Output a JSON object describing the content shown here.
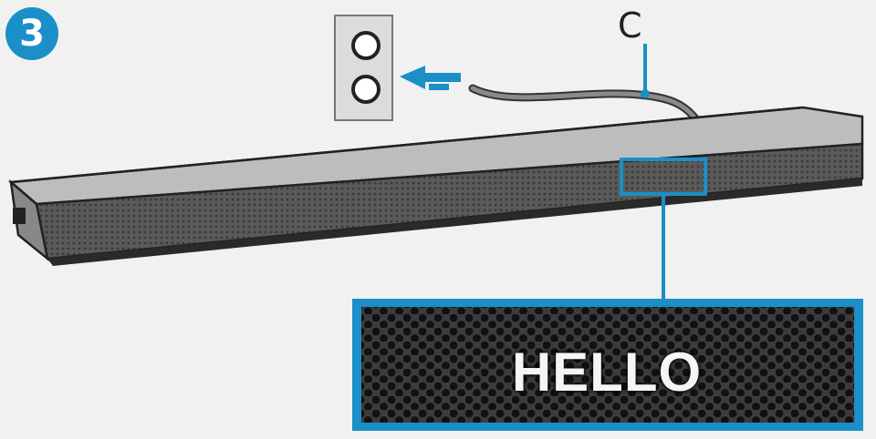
{
  "step_number": "3",
  "cable_label": "C",
  "display_text": "HELLO",
  "colors": {
    "accent": "#1a8fc8",
    "soundbar_body": "#3b3b3b",
    "grille": "#4a4a4a",
    "outlet": "#dcdcdc"
  },
  "icons": [
    "wall-outlet-icon",
    "plug-arrow-icon"
  ]
}
